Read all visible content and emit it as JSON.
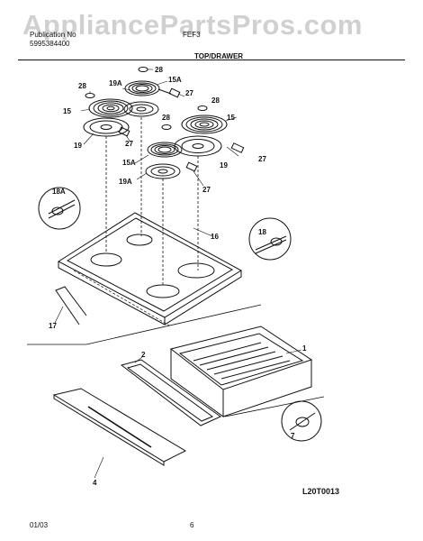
{
  "watermark": "AppliancePartsPros.com",
  "header": {
    "publication": "Publication No",
    "part_number": "5995384400",
    "model": "FEF3",
    "section_title": "TOP/DRAWER"
  },
  "footer": {
    "diagram_code": "L20T0013",
    "date": "01/03",
    "page": "6"
  },
  "callouts": {
    "c28a": "28",
    "c28b": "28",
    "c28c": "28",
    "c28d": "28",
    "c19a_top": "19A",
    "c15a_top": "15A",
    "c27a": "27",
    "c15_left": "15",
    "c15_right": "15",
    "c19_left": "19",
    "c27b": "27",
    "c27c": "27",
    "c15a_mid": "15A",
    "c19_right": "19",
    "c19a_mid": "19A",
    "c27d": "27",
    "c18a": "18A",
    "c16": "16",
    "c18": "18",
    "c17": "17",
    "c1": "1",
    "c2": "2",
    "c7": "7",
    "c4": "4"
  }
}
